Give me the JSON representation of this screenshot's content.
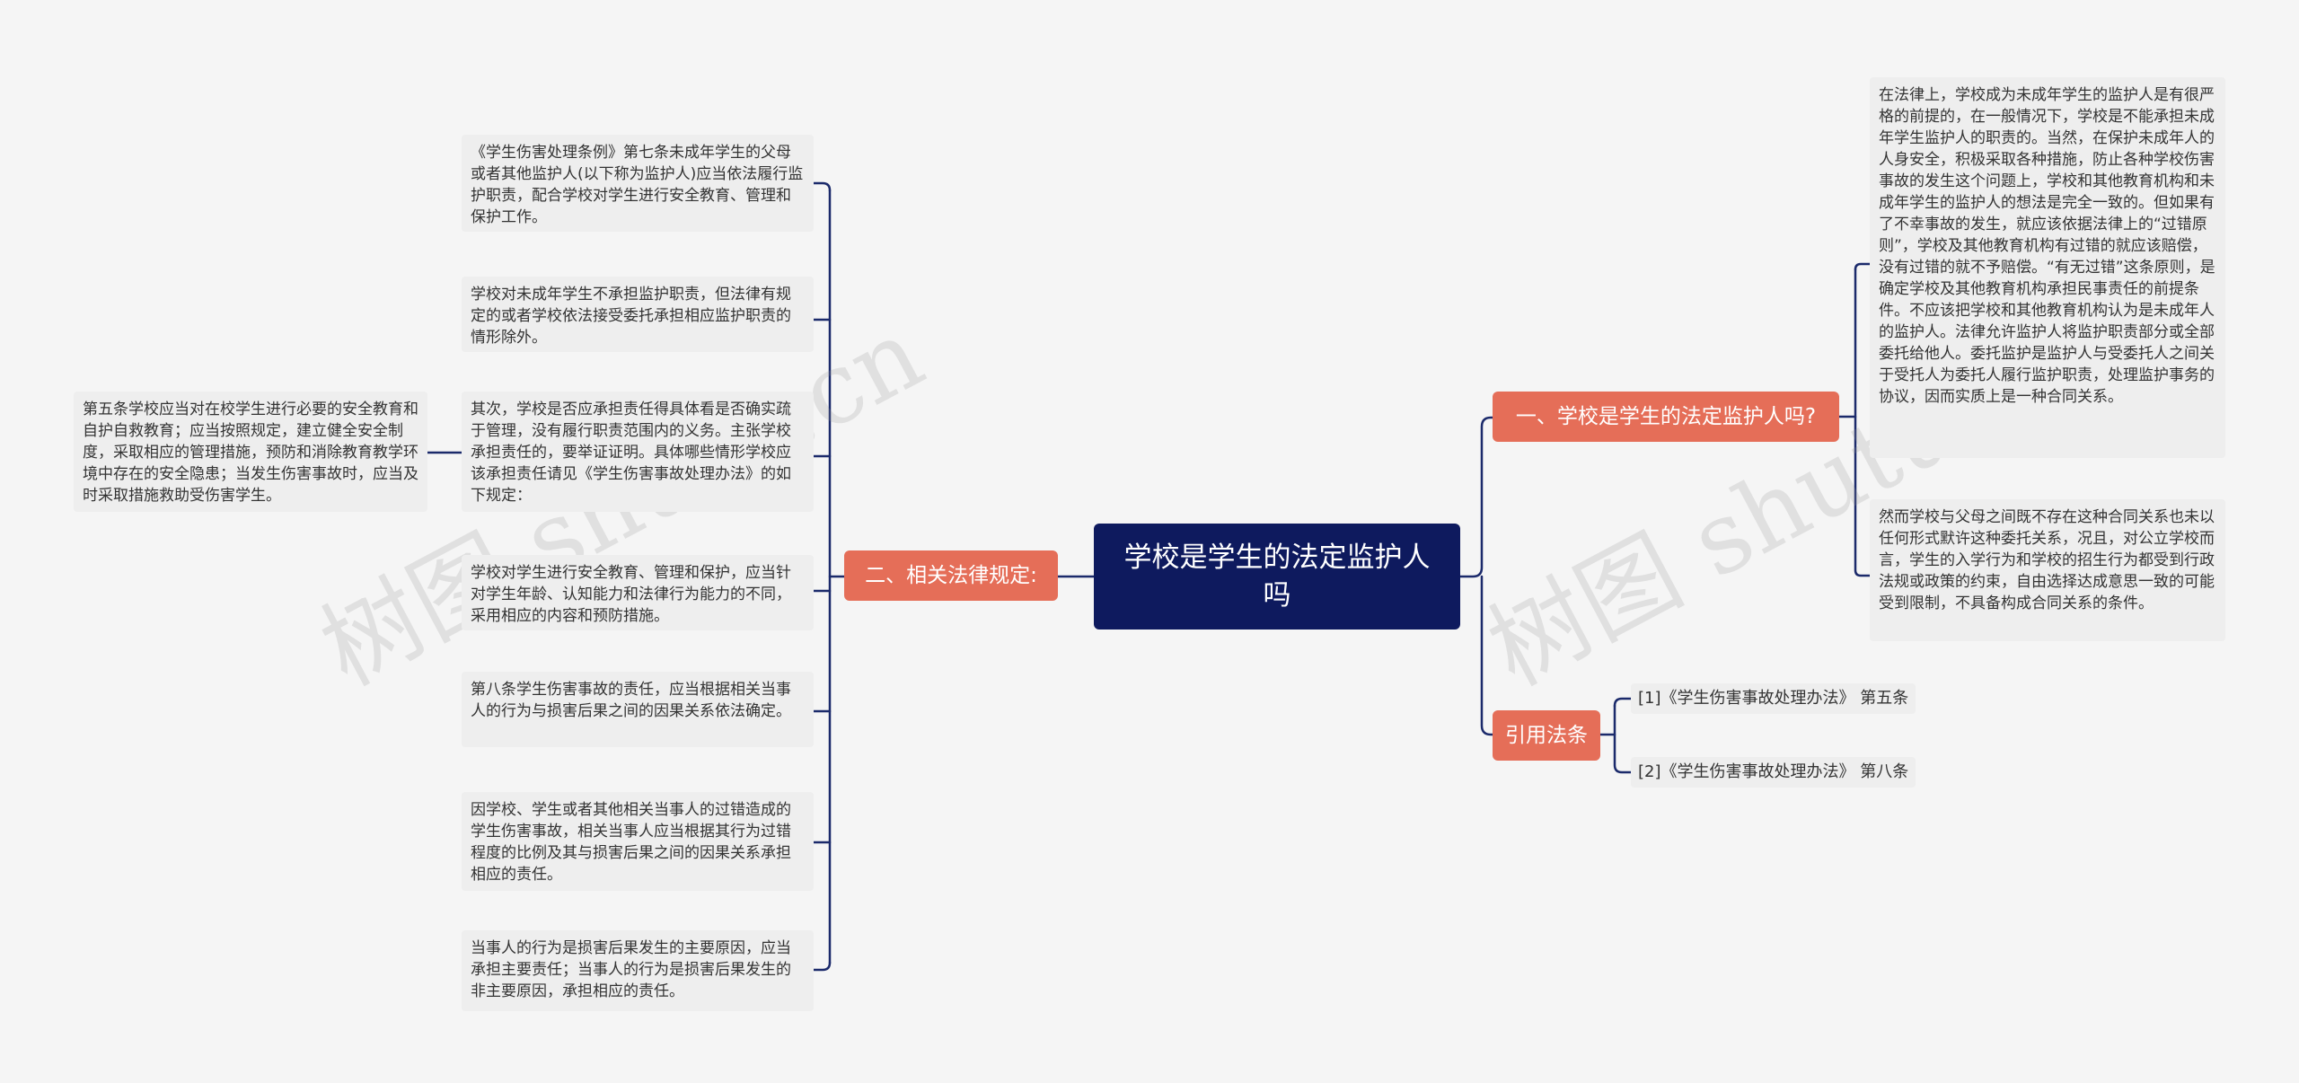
{
  "root": {
    "title": "学校是学生的法定监护人吗"
  },
  "branches": {
    "right1": {
      "label": "一、学校是学生的法定监护人吗?"
    },
    "right2": {
      "label": "引用法条"
    },
    "left": {
      "label": "二、相关法律规定:"
    }
  },
  "right1_leaves": [
    "在法律上，学校成为未成年学生的监护人是有很严格的前提的，在一般情况下，学校是不能承担未成年学生监护人的职责的。当然，在保护未成年人的人身安全，积极采取各种措施，防止各种学校伤害事故的发生这个问题上，学校和其他教育机构和未成年学生的监护人的想法是完全一致的。但如果有了不幸事故的发生，就应该依据法律上的“过错原则”，学校及其他教育机构有过错的就应该赔偿，没有过错的就不予赔偿。“有无过错”这条原则，是确定学校及其他教育机构承担民事责任的前提条件。不应该把学校和其他教育机构认为是未成年人的监护人。法律允许监护人将监护职责部分或全部委托给他人。委托监护是监护人与受委托人之间关于受托人为委托人履行监护职责，处理监护事务的协议，因而实质上是一种合同关系。",
    "然而学校与父母之间既不存在这种合同关系也未以任何形式默许这种委托关系，况且，对公立学校而言，学生的入学行为和学校的招生行为都受到行政法规或政策的约束，自由选择达成意思一致的可能受到限制，不具备构成合同关系的条件。"
  ],
  "right2_leaves": [
    "[1]《学生伤害事故处理办法》 第五条",
    "[2]《学生伤害事故处理办法》 第八条"
  ],
  "left_leaves": [
    "《学生伤害处理条例》第七条未成年学生的父母或者其他监护人(以下称为监护人)应当依法履行监护职责，配合学校对学生进行安全教育、管理和保护工作。",
    "学校对未成年学生不承担监护职责，但法律有规定的或者学校依法接受委托承担相应监护职责的情形除外。",
    "其次，学校是否应承担责任得具体看是否确实疏于管理，没有履行职责范围内的义务。主张学校承担责任的，要举证证明。具体哪些情形学校应该承担责任请见《学生伤害事故处理办法》的如下规定：",
    "学校对学生进行安全教育、管理和保护，应当针对学生年龄、认知能力和法律行为能力的不同，采用相应的内容和预防措施。",
    "第八条学生伤害事故的责任，应当根据相关当事人的行为与损害后果之间的因果关系依法确定。",
    "因学校、学生或者其他相关当事人的过错造成的学生伤害事故，相关当事人应当根据其行为过错程度的比例及其与损害后果之间的因果关系承担相应的责任。",
    "当事人的行为是损害后果发生的主要原因，应当承担主要责任；当事人的行为是损害后果发生的非主要原因，承担相应的责任。"
  ],
  "left_sub_leaf": "第五条学校应当对在校学生进行必要的安全教育和自护自救教育；应当按照规定，建立健全安全制度，采取相应的管理措施，预防和消除教育教学环境中存在的安全隐患；当发生伤害事故时，应当及时采取措施救助受伤害学生。",
  "watermarks": [
    "树图 shutu.cn",
    "树图 shutu.cn"
  ],
  "colors": {
    "root": "#0e1a5e",
    "branch": "#e56e58",
    "leaf": "#eeeeee",
    "line": "#1b2a6b",
    "background": "#f5f5f5"
  }
}
